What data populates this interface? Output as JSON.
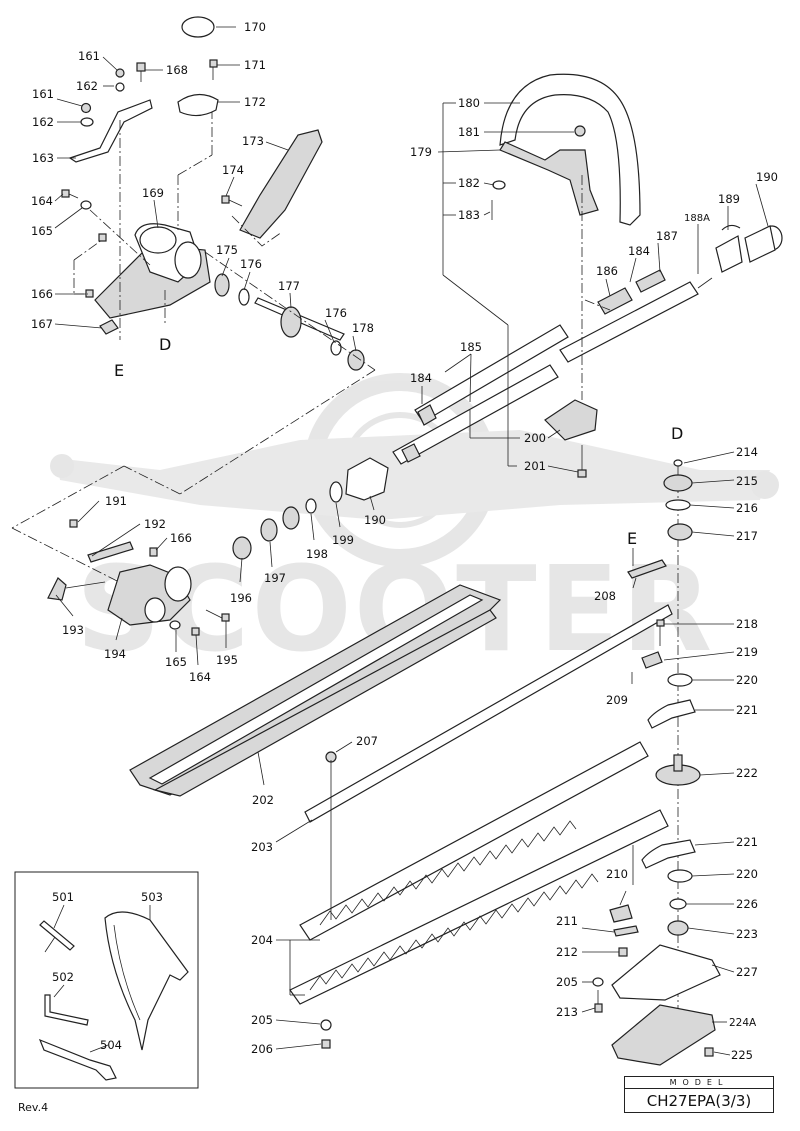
{
  "watermark": {
    "text": "SCOOTER",
    "color": "#e4e4e4"
  },
  "section_labels": {
    "d_upper": "D",
    "e_upper": "E",
    "d_lower": "D",
    "e_lower": "E"
  },
  "part_numbers": {
    "p161a": "161",
    "p162a": "162",
    "p168": "168",
    "p161b": "161",
    "p162b": "162",
    "p163": "163",
    "p164a": "164",
    "p165a": "165",
    "p166a": "166",
    "p167": "167",
    "p169": "169",
    "p170": "170",
    "p171": "171",
    "p172": "172",
    "p173": "173",
    "p174": "174",
    "p175": "175",
    "p176a": "176",
    "p177": "177",
    "p176b": "176",
    "p178": "178",
    "p180": "180",
    "p181": "181",
    "p179": "179",
    "p182": "182",
    "p183": "183",
    "p188A": "188A",
    "p189": "189",
    "p190a": "190",
    "p187": "187",
    "p184a": "184",
    "p186": "186",
    "p185": "185",
    "p184b": "184",
    "p200": "200",
    "p201": "201",
    "p190b": "190",
    "p191": "191",
    "p192": "192",
    "p166b": "166",
    "p193": "193",
    "p194": "194",
    "p165b": "165",
    "p164b": "164",
    "p195": "195",
    "p196": "196",
    "p197": "197",
    "p198": "198",
    "p199": "199",
    "p214": "214",
    "p215": "215",
    "p216": "216",
    "p217": "217",
    "p208": "208",
    "p218": "218",
    "p219": "219",
    "p220a": "220",
    "p209": "209",
    "p221a": "221",
    "p222": "222",
    "p207": "207",
    "p202": "202",
    "p203": "203",
    "p221b": "221",
    "p220b": "220",
    "p210": "210",
    "p226": "226",
    "p223": "223",
    "p211": "211",
    "p212": "212",
    "p227": "227",
    "p205a": "205",
    "p213": "213",
    "p224A": "224A",
    "p225": "225",
    "p204": "204",
    "p205b": "205",
    "p206": "206",
    "p501": "501",
    "p503": "503",
    "p502": "502",
    "p504": "504"
  },
  "footer": {
    "model_caption": "MODEL",
    "model_name": "CH27EPA(3/3)",
    "revision": "Rev.4"
  }
}
